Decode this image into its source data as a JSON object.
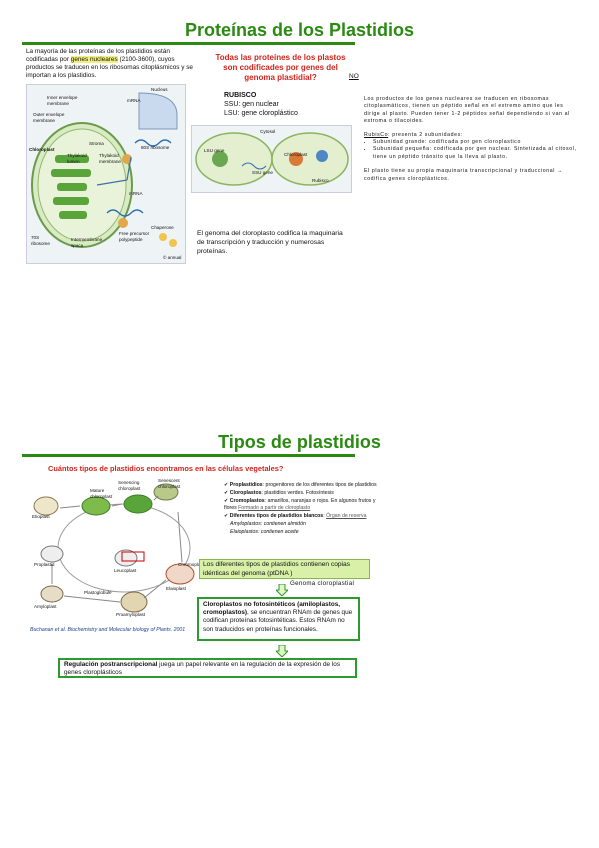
{
  "slide1": {
    "title": "Proteínas de los Plastidios",
    "intro": {
      "p1": "La mayoría de las proteínas de los plastidios están codificadas por ",
      "highlight": "genes nucleares",
      "p2": " (2100-3600), cuyos productos se traducen en los ribosomas citoplásmicos y se importan a los plastidios."
    },
    "question": "Todas las proteínes de los plastos son codificades por genes del genoma plastidial?",
    "question_answer": "NO",
    "rubisco": {
      "title": "RUBISCO",
      "ssu": "SSU: gen nuclear",
      "lsu": "LSU: gene cloroplástico"
    },
    "genome_note": "El genoma del cloroplasto codifica la maquinaria de transcripción y traducción y numerosas proteínas.",
    "fig1_labels": {
      "nucleus": "Nucleus",
      "mrna_n": "mRNA",
      "inner": "Inner envelope membrane",
      "outer": "Outer envelope membrane",
      "stroma": "Stroma",
      "chloroplast": "Chloroplast",
      "thylakoid_lumen": "Thylakoid lumen",
      "thylakoid_membrane": "Thylakoid membrane",
      "ribosome80": "80S ribosome",
      "mrna2": "mRNA",
      "ribosome70": "70S ribosome",
      "intermembrane": "Intermembrane space",
      "free_precursor": "Free precursor polypeptide",
      "chaperone": "Chaperone",
      "credit": "© annual"
    },
    "fig2_labels": {
      "cytosol": "Cytosol",
      "chloroplast": "Chloroplast",
      "lsu_gene": "LSU gene",
      "ssu_gene": "SSU gene",
      "rubisco": "Rubisco"
    },
    "notes": {
      "p1": "Los productos de los genes nucleares se traducen en ribosomas citoplasmáticos, tienen un péptido señal en el extremo amino que les dirige al plasto. Pueden tener 1-2 péptidos señal dependiendo si van al estroma o tilacoides.",
      "rubisco_label": "RubisCo",
      "rubisco_rest": ": presenta 2 subunidades:",
      "bullets": [
        "Subunidad grande: codificada por gen cloroplastico",
        "Subunidad pequeña: codificada por gen nuclear. Sintetizada al citosol, tiene un péptido tránsito que la lleva al plasto."
      ],
      "p3": "El plasto tiene su propia maquinaria transcripcional y traduccional → codifica genes cloroplásticos."
    }
  },
  "slide2": {
    "title": "Tipos de plastidios",
    "question": "Cuántos tipos de plastidios encontramos en las células vegetales?",
    "checks": [
      {
        "b": "Proplastidios",
        "t": ": progenitores de los diferentes tipos de plastidios"
      },
      {
        "b": "Cloroplastos",
        "t": ": plastidios verdes. Fotosíntesis"
      },
      {
        "b": "Cromoplastos",
        "t": ": amarillos, naranjas o rojos. En algunos frutos y flores ",
        "note": "Formado a partir de cloroplasto"
      },
      {
        "b": "Diferentes tipos de plastidios blancos",
        "t": ": ",
        "note": "Órgan de reserva"
      }
    ],
    "amylo": "Amyloplastos: contienen almidón",
    "elaio": "Elaioplastos: contienen aceite",
    "box1": "Los diferentes tipos de plastidios contienen copias idénticas del genoma (ptDNA )",
    "box1_note": "Genoma cloroplastial",
    "box2_b": "Cloroplastos no fotosintéticos (amiloplastos, cromoplastos)",
    "box2_t": ", se encuentran RNAm de genes que codifican proteínas fotosintéticas. Estos RNAm no son traducidos en proteínas funcionales.",
    "box3_b": "Regulación postranscripcional",
    "box3_t": " juega un papel relevante en la regulación de la expresión de los genes cloroplásticos",
    "citation": "Buchanan et al.   Biochemistry and Molecular biology of Plants. 2001",
    "fig_labels": {
      "etioplast": "Etioplast",
      "mature_chloroplast": "Mature chloroplast",
      "senescing": "Senescing chloroplast",
      "senescent": "Senescent chloroplast",
      "proplastid": "Proplastid",
      "leucoplast": "Leucoplast",
      "chromoplast": "Chromoplast",
      "amyloplast": "Amyloplast",
      "elaioplast": "Elaioplast",
      "proamyloplast": "Proamyloplast",
      "plastoglobule": "Plastoglobule"
    }
  }
}
